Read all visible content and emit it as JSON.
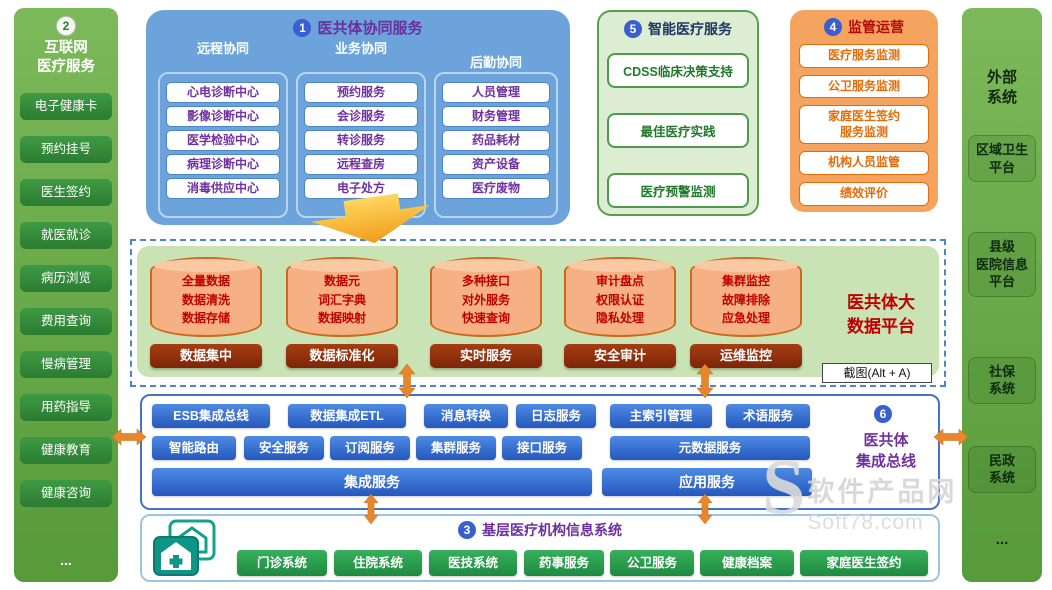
{
  "colors": {
    "sidebar_green": "#6aab4e",
    "item_green": "#2f8a35",
    "collab_blue": "#6ba3da",
    "smart_green_bg": "#dcedd2",
    "supervision_orange": "#f5a45f",
    "platform_green": "#c9e3b4",
    "cylinder_orange": "#f5b183",
    "label_rust": "#8e2e0e",
    "bus_blue": "#2e6fd6",
    "grassroots_green": "#2fa052",
    "arrow_orange": "#e8862c",
    "purple_text": "#7030a0",
    "red_text": "#c00000"
  },
  "left_sidebar": {
    "badge": "2",
    "title": "互联网\n医疗服务",
    "items": [
      "电子健康卡",
      "预约挂号",
      "医生签约",
      "就医就诊",
      "病历浏览",
      "费用查询",
      "慢病管理",
      "用药指导",
      "健康教育",
      "健康咨询",
      "..."
    ]
  },
  "right_sidebar": {
    "title": "外部\n系统",
    "items": [
      "区域卫生\n平台",
      "县级\n医院信息\n平台",
      "社保\n系统",
      "民政\n系统",
      "..."
    ]
  },
  "collab": {
    "badge": "1",
    "title": "医共体协同服务",
    "columns": [
      {
        "header": "远程协同",
        "items": [
          "心电诊断中心",
          "影像诊断中心",
          "医学检验中心",
          "病理诊断中心",
          "消毒供应中心"
        ]
      },
      {
        "header": "业务协同",
        "items": [
          "预约服务",
          "会诊服务",
          "转诊服务",
          "远程查房",
          "电子处方"
        ]
      },
      {
        "header": "后勤协同",
        "items": [
          "人员管理",
          "财务管理",
          "药品耗材",
          "资产设备",
          "医疗废物"
        ]
      }
    ]
  },
  "smart": {
    "badge": "5",
    "title": "智能医疗服务",
    "items": [
      "CDSS临床决策支持",
      "最佳医疗实践",
      "医疗预警监测"
    ]
  },
  "supervision": {
    "badge": "4",
    "title": "监管运营",
    "items": [
      "医疗服务监测",
      "公卫服务监测",
      "家庭医生签约\n服务监测",
      "机构人员监管",
      "绩效评价"
    ]
  },
  "platform": {
    "title": "医共体大\n数据平台",
    "tooltip": "截图(Alt + A)",
    "groups": [
      {
        "lines": "全量数据\n数据清洗\n数据存储",
        "label": "数据集中"
      },
      {
        "lines": "数据元\n词汇字典\n数据映射",
        "label": "数据标准化"
      },
      {
        "lines": "多种接口\n对外服务\n快速查询",
        "label": "实时服务"
      },
      {
        "lines": "审计盘点\n权限认证\n隐私处理",
        "label": "安全审计"
      },
      {
        "lines": "集群监控\n故障排除\n应急处理",
        "label": "运维监控"
      }
    ]
  },
  "bus": {
    "badge": "6",
    "title": "医共体\n集成总线",
    "row1": [
      "ESB集成总线",
      "数据集成ETL",
      "消息转换",
      "日志服务",
      "主索引管理",
      "术语服务"
    ],
    "row2": [
      "智能路由",
      "安全服务",
      "订阅服务",
      "集群服务",
      "接口服务",
      "元数据服务"
    ],
    "row3": [
      "集成服务",
      "应用服务"
    ]
  },
  "grassroots": {
    "badge": "3",
    "title": "基层医疗机构信息系统",
    "items": [
      "门诊系统",
      "住院系统",
      "医技系统",
      "药事服务",
      "公卫服务",
      "健康档案",
      "家庭医生签约"
    ]
  },
  "watermark": {
    "initial": "S",
    "brand": "软件产品网",
    "domain": "Soft78.com"
  }
}
